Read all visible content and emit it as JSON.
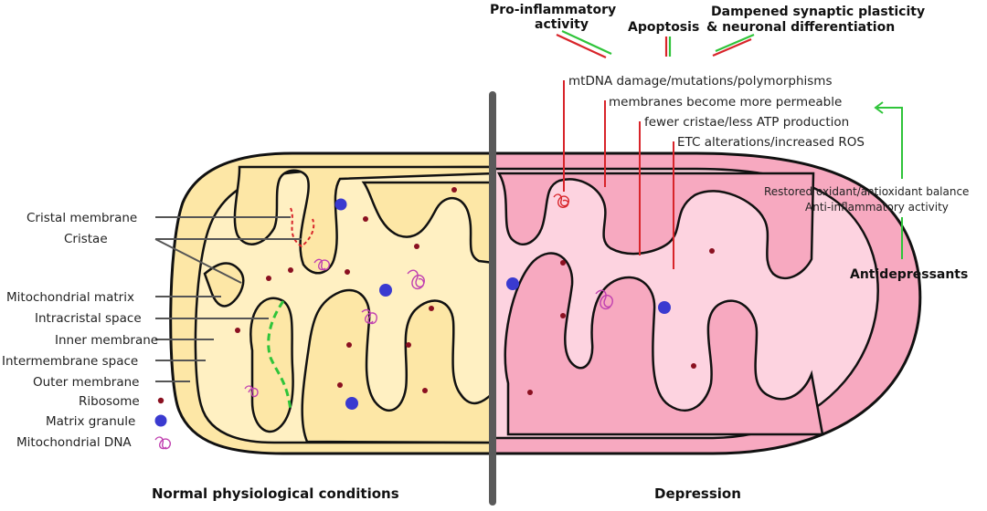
{
  "effects": {
    "pro_inflammatory": [
      "Pro-inflammatory",
      "activity"
    ],
    "apoptosis": "Apoptosis",
    "dampened": [
      "Dampened synaptic plasticity",
      "& neuronal differentiation"
    ]
  },
  "alterations": [
    "mtDNA damage/mutations/polymorphisms",
    "membranes become more permeable",
    "fewer cristae/less ATP production",
    "ETC alterations/increased ROS"
  ],
  "antidepressant_effects": [
    "Restored oxidant/antioxidant balance",
    "Anti-inflammatory activity"
  ],
  "antidepressants": "Antidepressants",
  "structure_labels": [
    "Cristal membrane",
    "Cristae",
    "Mitochondrial matrix",
    "Intracristal space",
    "Inner membrane",
    "Intermembrane space",
    "Outer membrane"
  ],
  "legend": {
    "ribosome": "Ribosome",
    "matrix_granule": "Matrix granule",
    "mtdna": "Mitochondrial DNA"
  },
  "captions": {
    "left": "Normal physiological conditions",
    "right": "Depression"
  },
  "colors": {
    "normal_fill": "#fff0c2",
    "normal_outer": "#fde7a6",
    "depression_fill": "#fdd3e0",
    "depression_outer": "#f7a9c0",
    "ribosome": "#8a1020",
    "granule": "#3a3ad0",
    "mtdna": "#c040b0",
    "red_line": "#d8242a",
    "green_line": "#2fc43a",
    "divider": "#5a5a5a"
  }
}
